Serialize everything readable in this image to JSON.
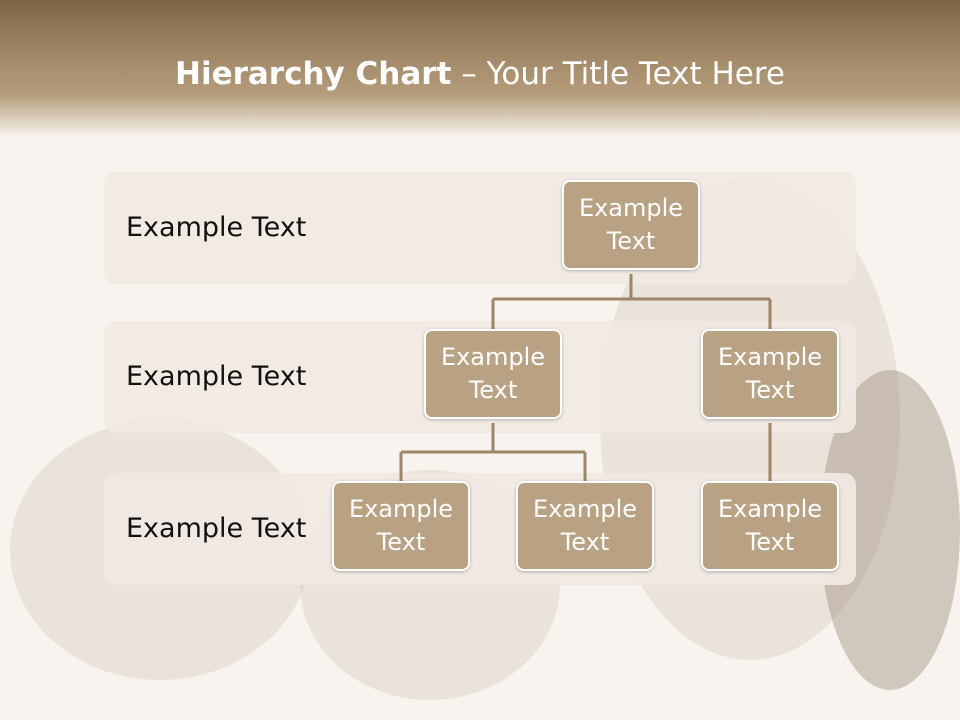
{
  "header": {
    "title_bold": "Hierarchy Chart",
    "title_separator": " – ",
    "title_rest": "Your Title Text Here"
  },
  "levels": [
    {
      "label": "Example Text"
    },
    {
      "label": "Example Text"
    },
    {
      "label": "Example Text"
    }
  ],
  "nodes": {
    "root": "Example Text",
    "level2_left": "Example Text",
    "level2_right": "Example Text",
    "level3_a": "Example Text",
    "level3_b": "Example Text",
    "level3_c": "Example Text"
  },
  "colors": {
    "header_dark": "#7d6446",
    "node_fill": "#b8a283",
    "connector": "#9c8667",
    "band_fill": "#f0eae3"
  }
}
